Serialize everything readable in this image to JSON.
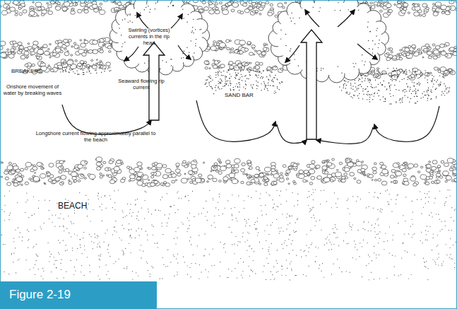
{
  "diagram": {
    "caption": "Figure 2-19",
    "labels": [
      "Swirling (vortices) currents in the rip head",
      "BREAKERS",
      "Onshore movement of water by breaking waves",
      "Seaward flowing rip current",
      "SAND BAR",
      "Longshore current flowing approximately parallel to the beach",
      "BEACH"
    ]
  }
}
